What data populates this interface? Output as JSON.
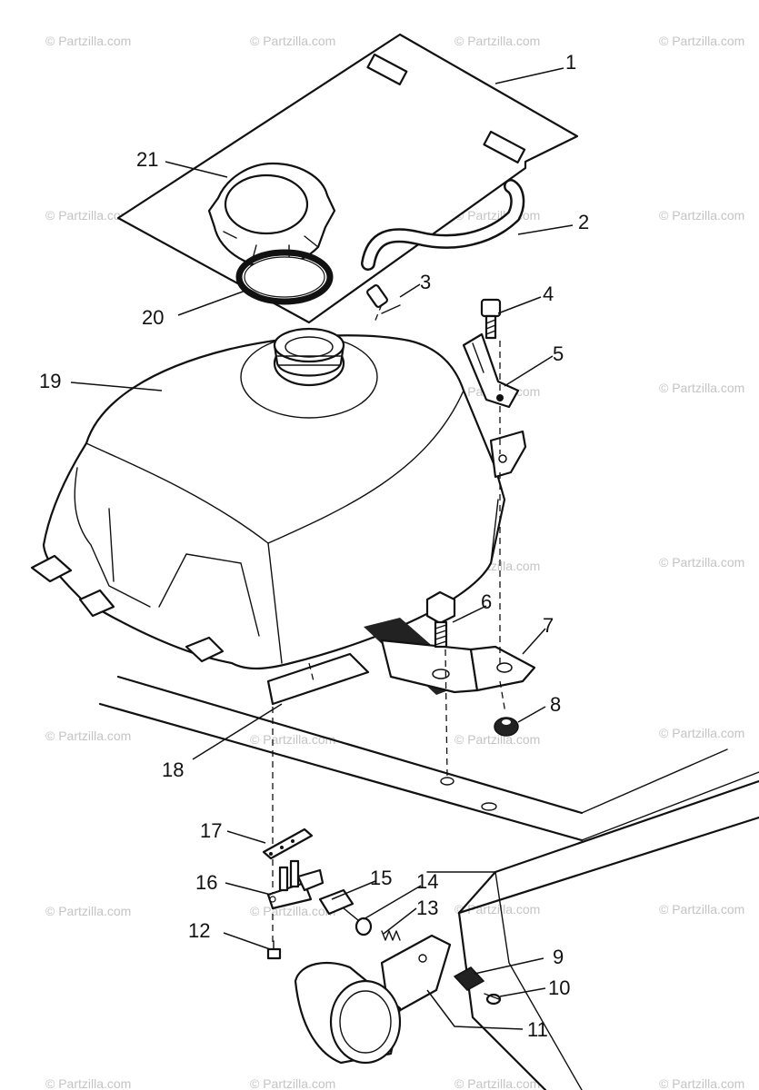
{
  "watermark": "© Partzilla.com",
  "callouts": [
    "1",
    "2",
    "3",
    "4",
    "5",
    "6",
    "7",
    "8",
    "9",
    "10",
    "11",
    "12",
    "13",
    "14",
    "15",
    "16",
    "17",
    "18",
    "19",
    "20",
    "21"
  ]
}
